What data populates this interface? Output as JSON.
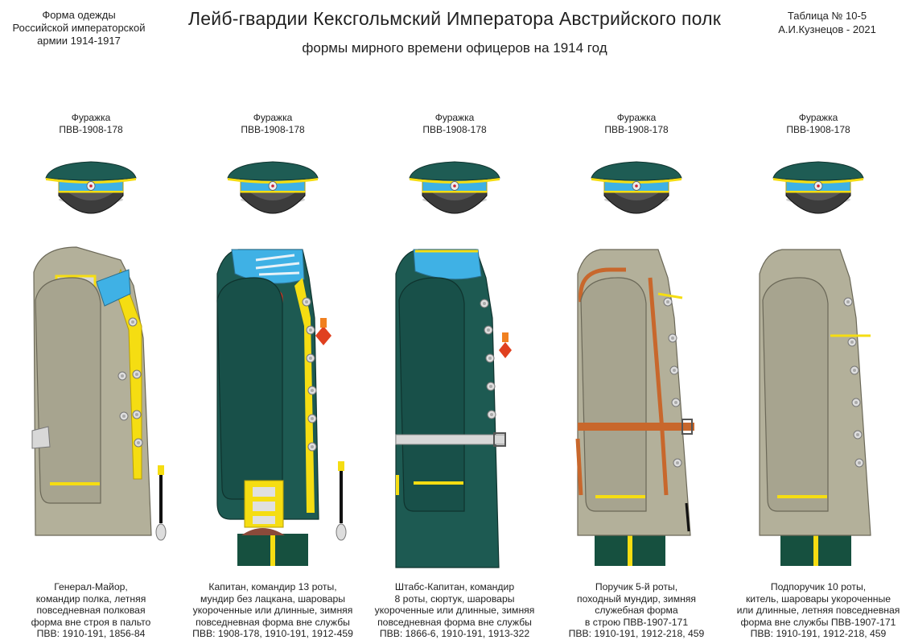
{
  "header": {
    "left_lines": [
      "Форма одежды",
      "Российской императорской",
      "армии  1914-1917"
    ],
    "title": "Лейб-гвардии Кексгольмский Императора Австрийского полк",
    "subtitle": "формы мирного времени офицеров на 1914 год",
    "right_lines": [
      "Таблица № 10-5",
      "А.И.Кузнецов - 2021"
    ]
  },
  "colors": {
    "green": "#1d5a52",
    "khaki": "#b3b09a",
    "sky_blue": "#3fb1e5",
    "yellow": "#f5dd12",
    "orange_brown": "#c8672c"
  },
  "figures": [
    {
      "cap": [
        "Фуражка",
        "ПВВ-1908-178"
      ],
      "desc": [
        "Генерал-Майор,",
        "командир полка, летняя",
        "повседневная полковая",
        "форма вне строя в пальто",
        "ПВВ: 1910-191, 1856-84"
      ]
    },
    {
      "cap": [
        "Фуражка",
        "ПВВ-1908-178"
      ],
      "desc": [
        "Капитан, командир 13 роты,",
        "мундир без лацкана, шаровары",
        "укороченные или длинные, зимняя",
        "повседневная форма вне службы",
        "ПВВ: 1908-178, 1910-191, 1912-459"
      ]
    },
    {
      "cap": [
        "Фуражка",
        "ПВВ-1908-178"
      ],
      "desc": [
        "Штабс-Капитан, командир",
        "8 роты, сюртук, шаровары",
        "укороченные или длинные, зимняя",
        "повседневная форма вне службы",
        "ПВВ: 1866-6, 1910-191, 1913-322"
      ]
    },
    {
      "cap": [
        "Фуражка",
        "ПВВ-1908-178"
      ],
      "desc": [
        "Поручик 5-й роты,",
        "походный мундир, зимняя",
        "служебная форма",
        "в строю ПВВ-1907-171",
        "ПВВ: 1910-191, 1912-218, 459"
      ]
    },
    {
      "cap": [
        "Фуражка",
        "ПВВ-1908-178"
      ],
      "desc": [
        "Подпоручик 10 роты,",
        "китель, шаровары укороченные",
        "или длинные, летняя повседневная",
        "форма вне службы ПВВ-1907-171",
        "ПВВ: 1910-191, 1912-218, 459"
      ]
    }
  ]
}
